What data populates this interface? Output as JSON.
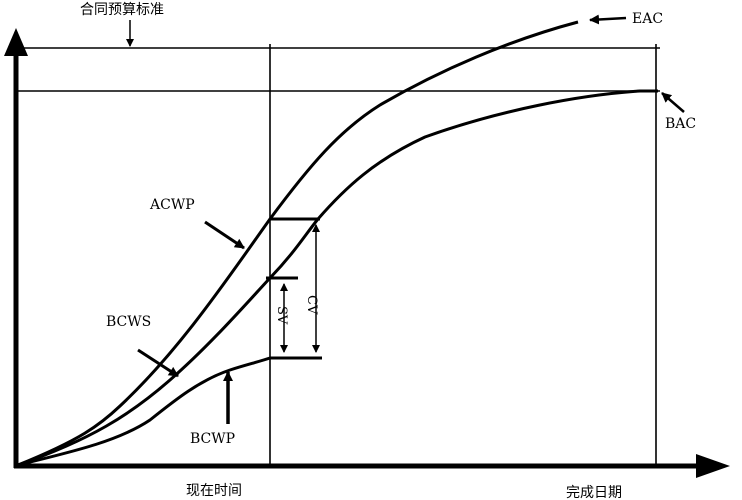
{
  "labels": {
    "contract_budget": "合同预算标准",
    "now_time": "现在时间",
    "completion_date": "完成日期",
    "eac": "EAC",
    "bac": "BAC",
    "acwp": "ACWP",
    "bcws": "BCWS",
    "bcwp": "BCWP",
    "sv": "SV",
    "cv": "CV"
  },
  "colors": {
    "ink": "#000000",
    "background": "#ffffff"
  }
}
